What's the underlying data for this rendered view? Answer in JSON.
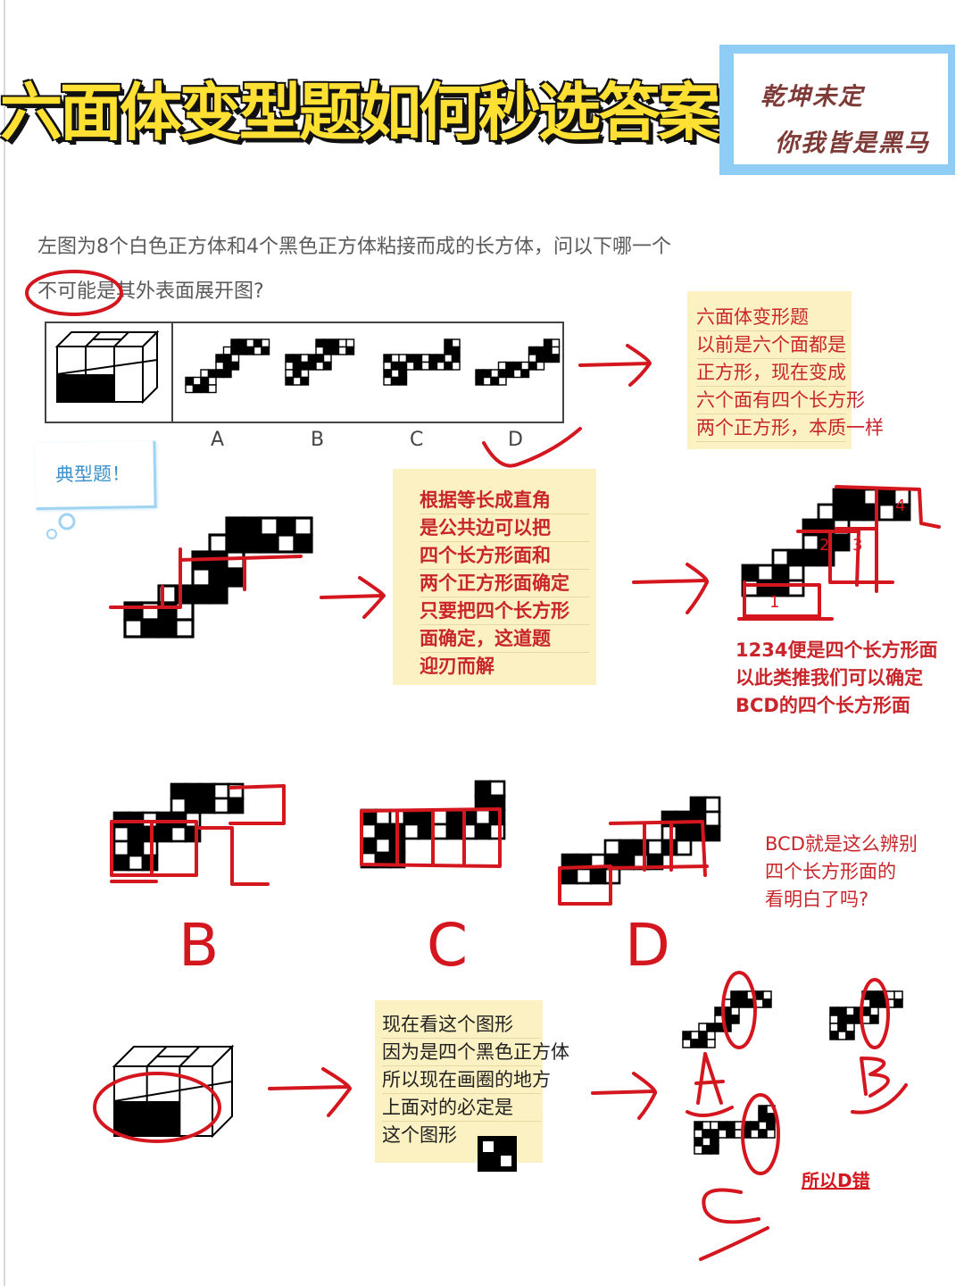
{
  "header": {
    "title": "六面体变型题如何秒选答案",
    "slogan_line1": "乾坤未定",
    "slogan_line2": "你我皆是黑马"
  },
  "question": {
    "line1": "左图为8个白色正方体和4个黑色正方体粘接而成的长方体，问以下哪一个",
    "line2": "不可能是其外表面展开图?",
    "options": [
      "A",
      "B",
      "C",
      "D"
    ]
  },
  "notes": {
    "note1": [
      "六面体变形题",
      "以前是六个面都是",
      "正方形，现在变成",
      "六个面有四个长方形",
      "两个正方形，本质一样"
    ],
    "sticky": "典型题！",
    "note2": [
      "根据等长成直角",
      "是公共边可以把",
      "四个长方形面和",
      "两个正方形面确定",
      "只要把四个长方形",
      "面确定，这道题",
      "迎刃而解"
    ],
    "face_numbers": [
      "1",
      "2",
      "3",
      "4"
    ],
    "explain": [
      "1234便是四个长方形面",
      "以此类推我们可以确定",
      "BCD的四个长方形面"
    ],
    "bcd_labels": [
      "B",
      "C",
      "D"
    ],
    "bcd_text": [
      "BCD就是这么辨别",
      "四个长方形面的",
      "看明白了吗?"
    ],
    "note3": [
      "现在看这个图形",
      "因为是四个黑色正方体",
      "所以现在画圈的地方",
      "上面对的必定是",
      "这个图形"
    ],
    "abc_labels": [
      "A",
      "B",
      "C"
    ],
    "conclusion": "所以D错"
  },
  "colors": {
    "title_yellow": "#ffe033",
    "annotation_red": "#d4161f",
    "note_yellow": "#fcf1c2",
    "slogan_blue": "#8fcdf5"
  }
}
